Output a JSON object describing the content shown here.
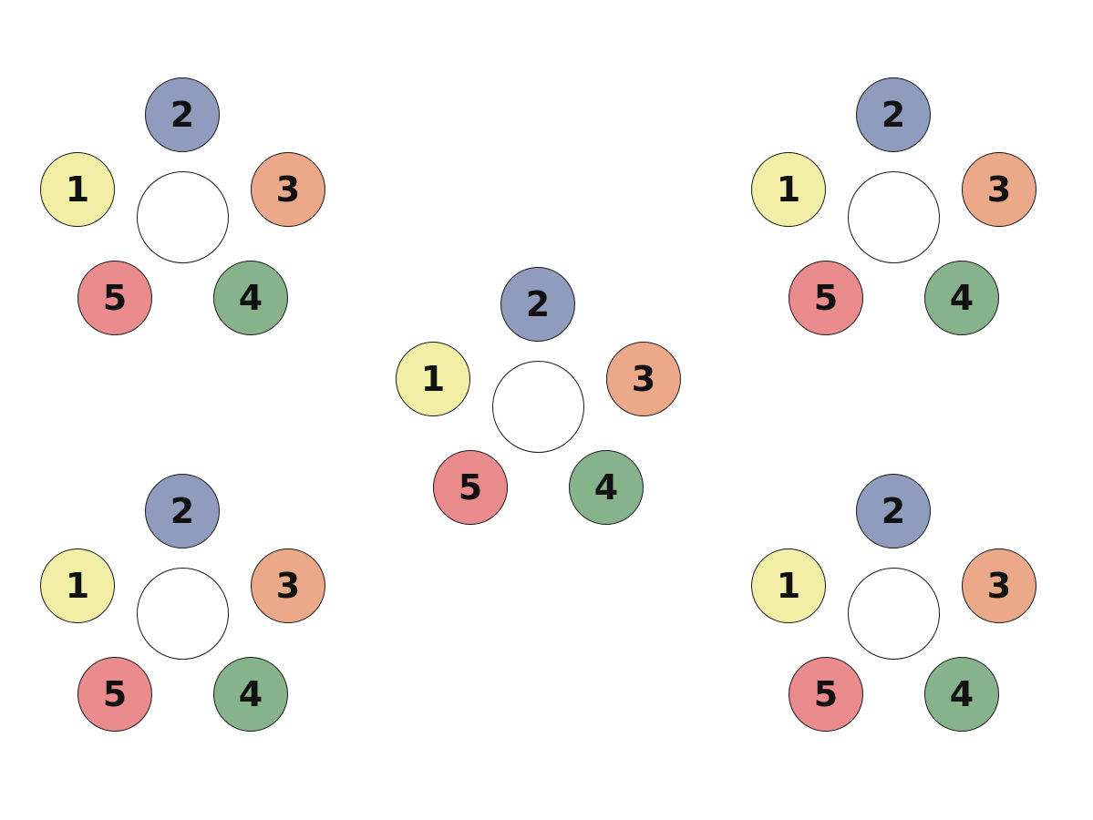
{
  "diagram": {
    "groups": [
      {
        "id": "top-left",
        "circles": [
          {
            "label": "1",
            "color": "#f3eea6"
          },
          {
            "label": "2",
            "color": "#8f9cbd"
          },
          {
            "label": "3",
            "color": "#eca98a"
          },
          {
            "label": "4",
            "color": "#87b38c"
          },
          {
            "label": "5",
            "color": "#ea8c8e"
          }
        ]
      },
      {
        "id": "top-right",
        "circles": [
          {
            "label": "1",
            "color": "#f3eea6"
          },
          {
            "label": "2",
            "color": "#8f9cbd"
          },
          {
            "label": "3",
            "color": "#eca98a"
          },
          {
            "label": "4",
            "color": "#87b38c"
          },
          {
            "label": "5",
            "color": "#ea8c8e"
          }
        ]
      },
      {
        "id": "center",
        "circles": [
          {
            "label": "1",
            "color": "#f3eea6"
          },
          {
            "label": "2",
            "color": "#8f9cbd"
          },
          {
            "label": "3",
            "color": "#eca98a"
          },
          {
            "label": "4",
            "color": "#87b38c"
          },
          {
            "label": "5",
            "color": "#ea8c8e"
          }
        ]
      },
      {
        "id": "bottom-left",
        "circles": [
          {
            "label": "1",
            "color": "#f3eea6"
          },
          {
            "label": "2",
            "color": "#8f9cbd"
          },
          {
            "label": "3",
            "color": "#eca98a"
          },
          {
            "label": "4",
            "color": "#87b38c"
          },
          {
            "label": "5",
            "color": "#ea8c8e"
          }
        ]
      },
      {
        "id": "bottom-right",
        "circles": [
          {
            "label": "1",
            "color": "#f3eea6"
          },
          {
            "label": "2",
            "color": "#8f9cbd"
          },
          {
            "label": "3",
            "color": "#eca98a"
          },
          {
            "label": "4",
            "color": "#87b38c"
          },
          {
            "label": "5",
            "color": "#ea8c8e"
          }
        ]
      }
    ]
  }
}
